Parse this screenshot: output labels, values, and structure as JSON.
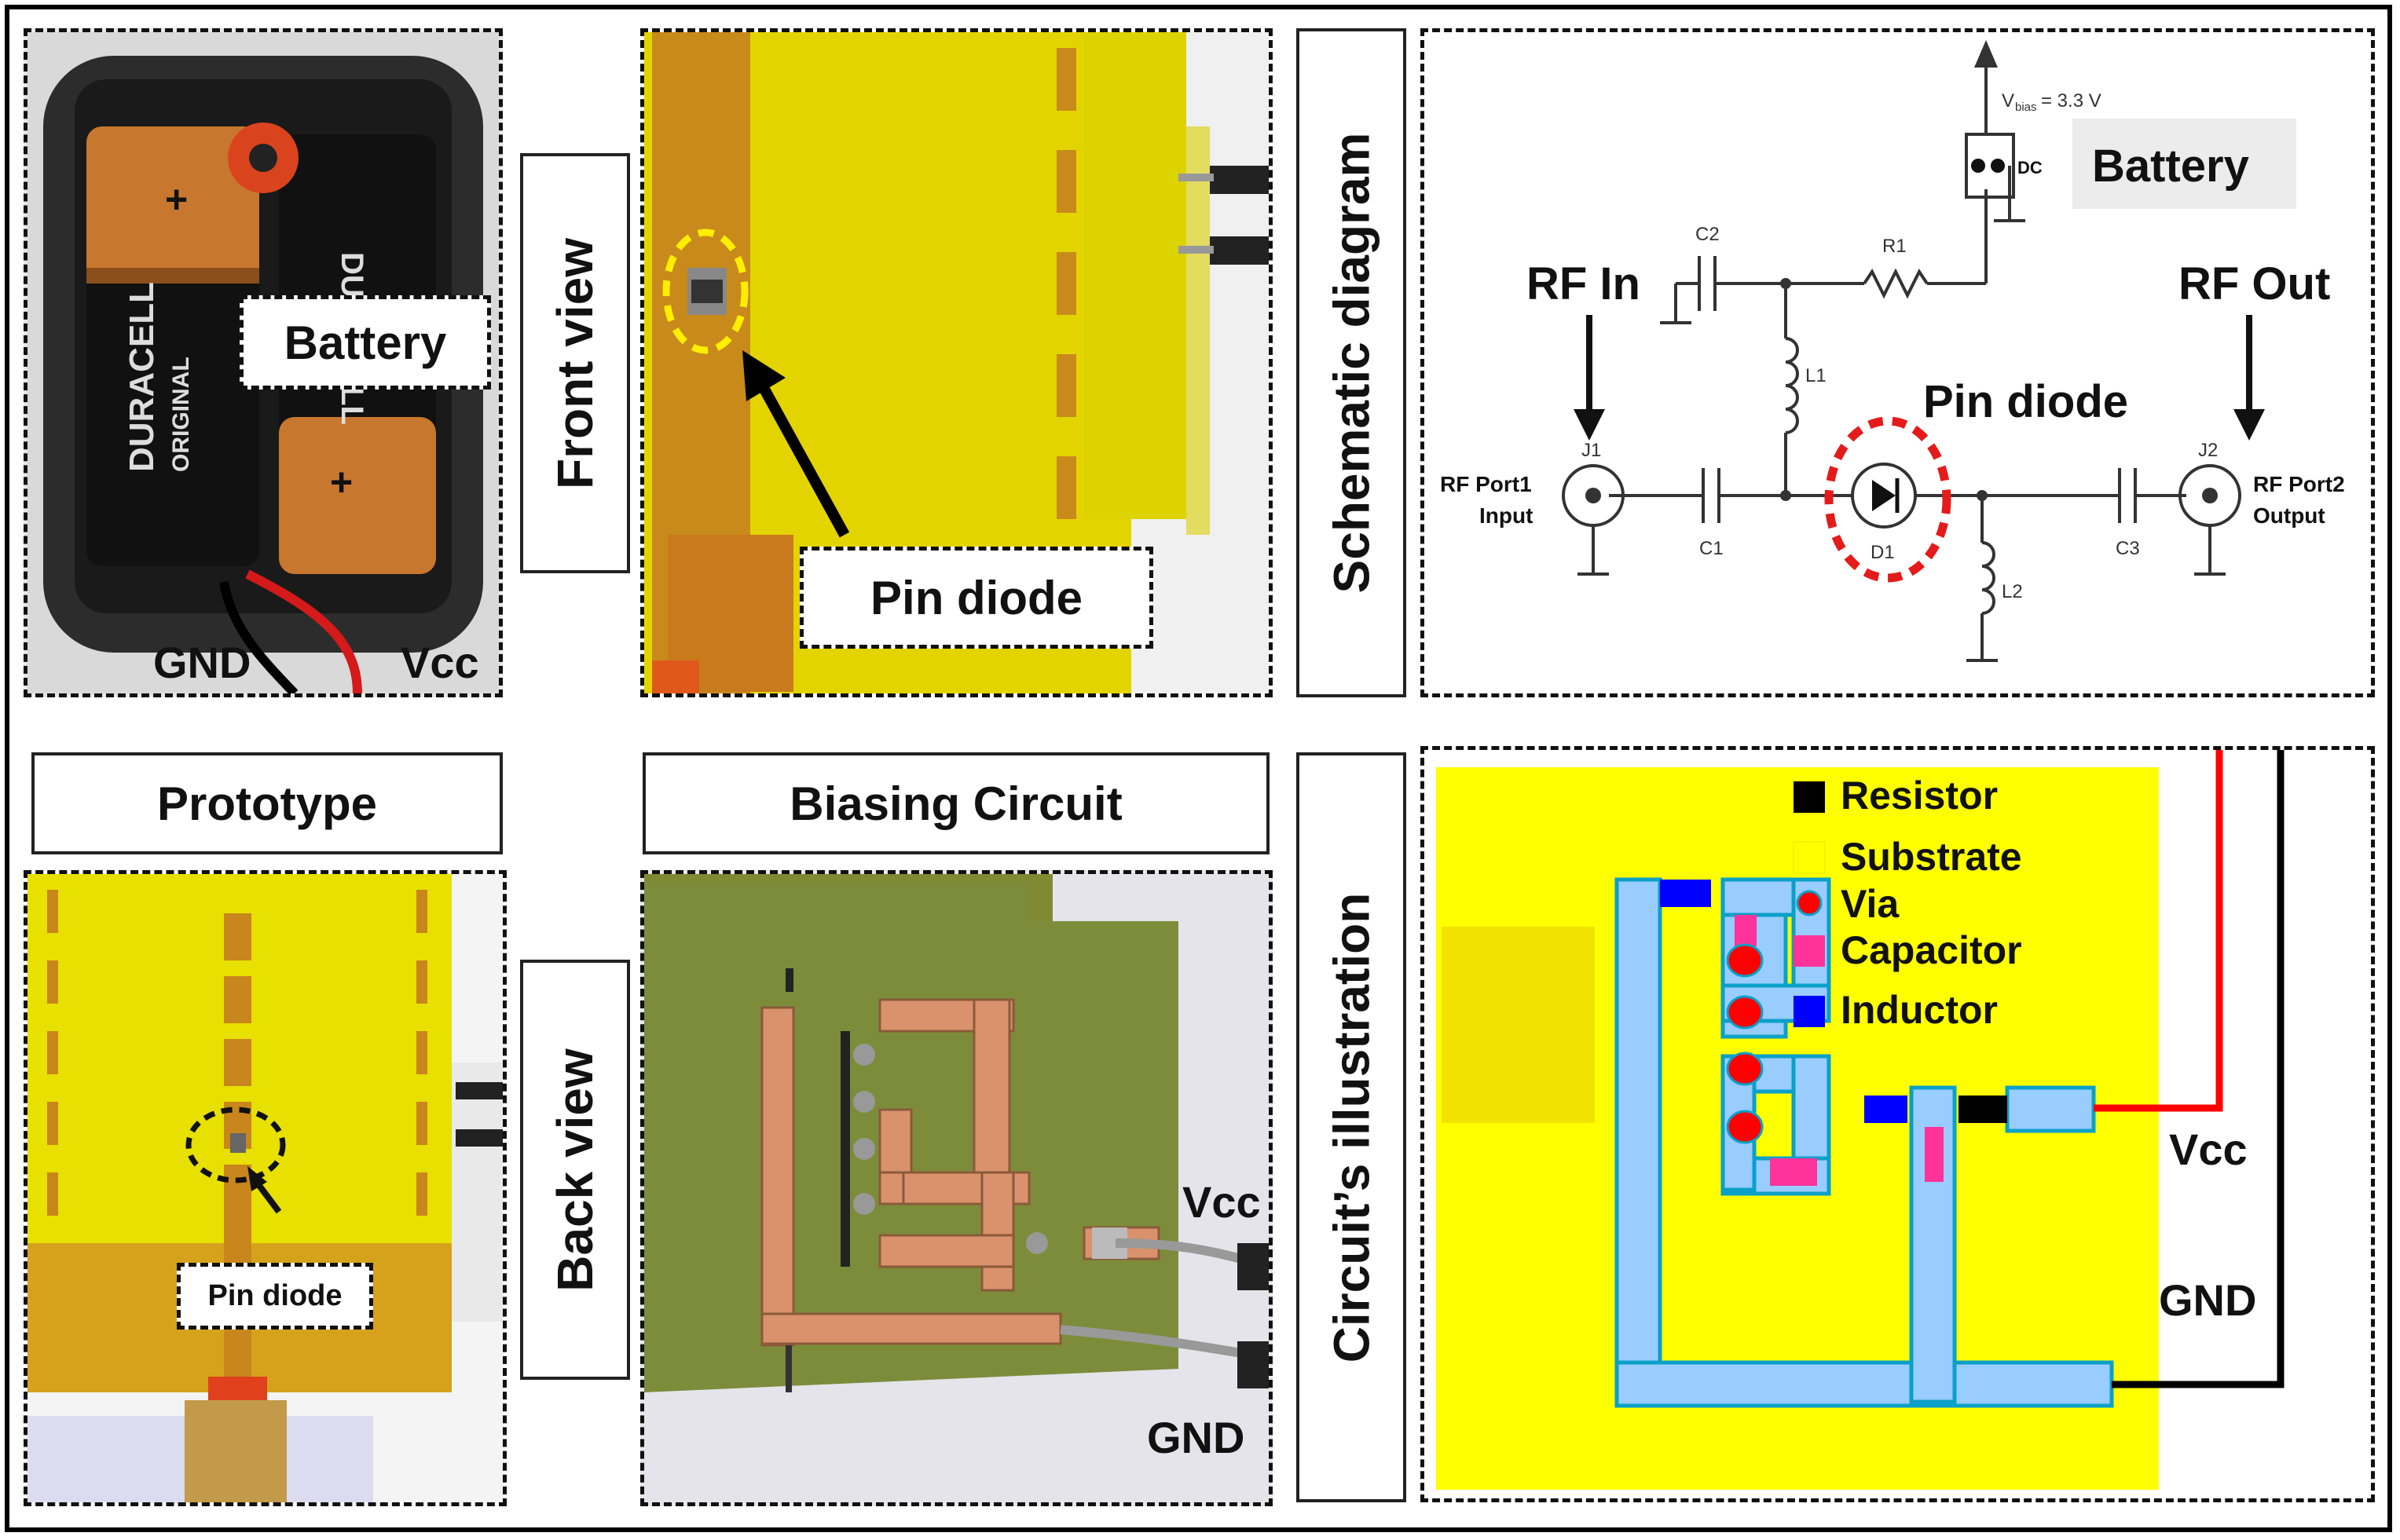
{
  "titles": {
    "front_view": "Front view",
    "back_view": "Back view",
    "schematic_diagram": "Schematic diagram",
    "circuit_illustration": "Circuit’s illustration",
    "prototype": "Prototype",
    "biasing_circuit": "Biasing Circuit"
  },
  "battery_photo": {
    "battery_tag": "Battery",
    "gnd": "GND",
    "vcc": "Vcc",
    "brand": "DURACELL",
    "brand_sub": "ORIGINAL"
  },
  "front_photo": {
    "pin_diode_tag": "Pin diode"
  },
  "prototype_photo": {
    "pin_diode_tag": "Pin diode"
  },
  "biasing_photo": {
    "vcc": "Vcc",
    "gnd": "GND"
  },
  "schematic": {
    "vbias": "V",
    "vbias_sub": "bias",
    "vbias_value": "= 3.3 V",
    "dc": "DC",
    "battery_tag": "Battery",
    "rf_in": "RF In",
    "rf_out": "RF Out",
    "pin_diode": "Pin diode",
    "c1": "C1",
    "c2": "C2",
    "c3": "C3",
    "r1": "R1",
    "l1": "L1",
    "l2": "L2",
    "d1": "D1",
    "j1": "J1",
    "j2": "J2",
    "port1_line1": "RF Port1",
    "port1_line2": "Input",
    "port2_line1": "RF Port2",
    "port2_line2": "Output"
  },
  "illustration": {
    "legend": [
      {
        "label": "Resistor",
        "color": "#000000",
        "shape": "square"
      },
      {
        "label": "Substrate",
        "color": "#ffff00",
        "shape": "square"
      },
      {
        "label": "Via",
        "color": "#ff0000",
        "shape": "dot"
      },
      {
        "label": "Capacitor",
        "color": "#ff3399",
        "shape": "square"
      },
      {
        "label": "Inductor",
        "color": "#0000ff",
        "shape": "square"
      }
    ],
    "vcc": "Vcc",
    "gnd": "GND",
    "colors": {
      "substrate": "#ffff00",
      "copper": "#99ccff",
      "via": "#ff0000",
      "wire_vcc": "#ff0000",
      "wire_gnd": "#000000"
    }
  }
}
